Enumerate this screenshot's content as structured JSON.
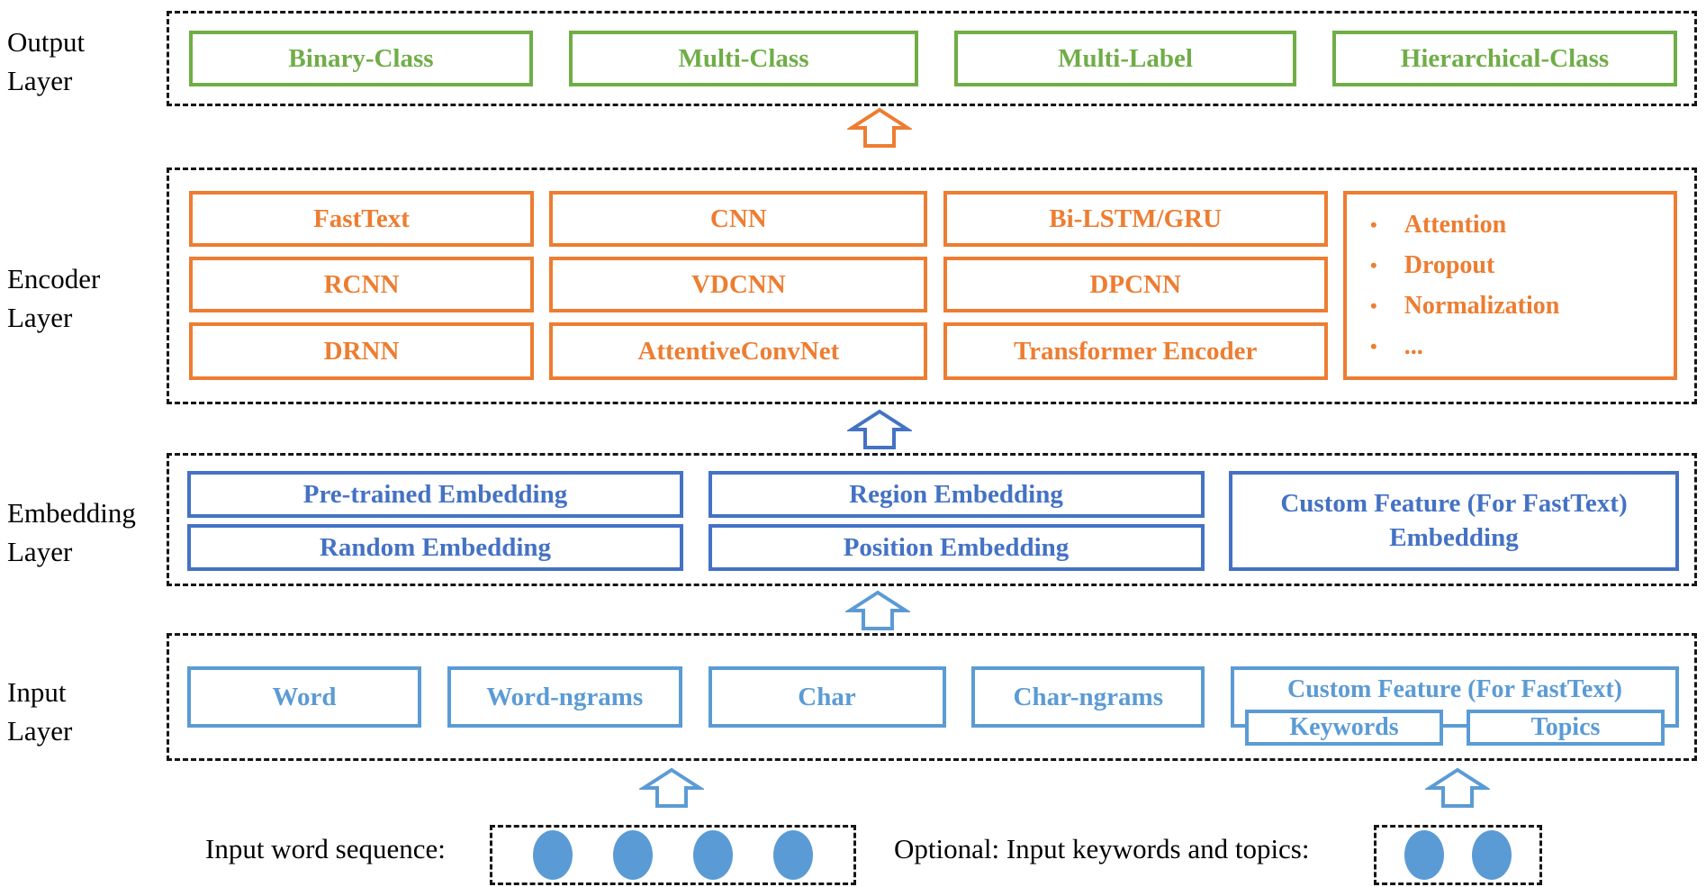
{
  "colors": {
    "green": "#70AD47",
    "orange": "#ED7D31",
    "blue": "#4472C4",
    "lightblue": "#5B9BD5"
  },
  "output_layer": {
    "label": [
      "Output",
      "Layer"
    ],
    "boxes": [
      "Binary-Class",
      "Multi-Class",
      "Multi-Label",
      "Hierarchical-Class"
    ]
  },
  "encoder_layer": {
    "label": [
      "Encoder",
      "Layer"
    ],
    "rows": [
      [
        "FastText",
        "CNN",
        "Bi-LSTM/GRU"
      ],
      [
        "RCNN",
        "VDCNN",
        "DPCNN"
      ],
      [
        "DRNN",
        "AttentiveConvNet",
        "Transformer Encoder"
      ]
    ],
    "tricks": [
      "Attention",
      "Dropout",
      "Normalization",
      "..."
    ]
  },
  "embedding_layer": {
    "label": [
      "Embedding",
      "Layer"
    ],
    "col1": [
      "Pre-trained Embedding",
      "Random Embedding"
    ],
    "col2": [
      "Region Embedding",
      "Position Embedding"
    ],
    "custom": [
      "Custom Feature (For FastText)",
      "Embedding"
    ]
  },
  "input_layer": {
    "label": [
      "Input",
      "Layer"
    ],
    "boxes": [
      "Word",
      "Word-ngrams",
      "Char",
      "Char-ngrams"
    ],
    "custom_title": "Custom Feature (For FastText)",
    "custom_boxes": [
      "Keywords",
      "Topics"
    ]
  },
  "bottom": {
    "sequence_label": "Input word sequence:",
    "optional_label": "Optional: Input keywords and topics:"
  }
}
